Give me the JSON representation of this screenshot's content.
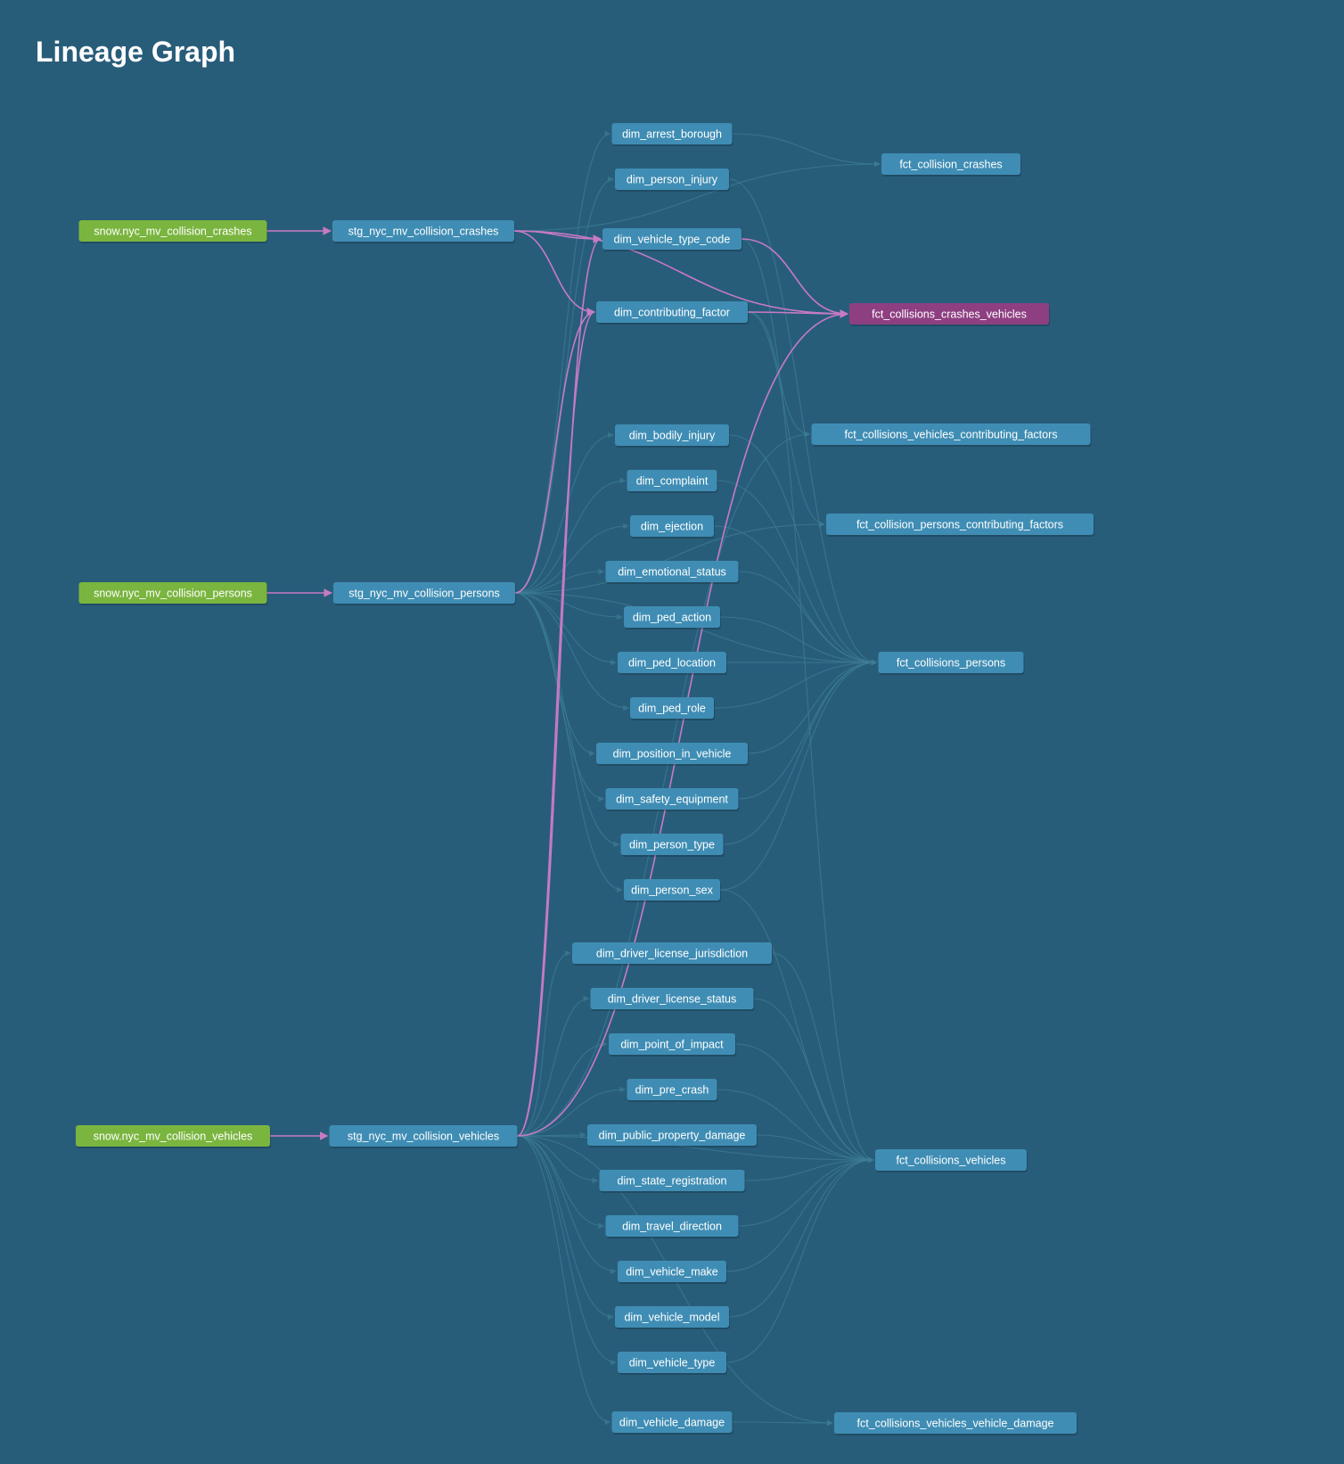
{
  "title": "Lineage Graph",
  "colors": {
    "background": "#285d7a",
    "source_node": "#7ab53f",
    "model_node": "#3f8db4",
    "selected_node": "#8e3f82",
    "edge": "#3d7d93",
    "highlighted_edge": "#c77bc3"
  },
  "nodes": [
    {
      "id": "src_crashes",
      "label": "snow.nyc_mv_collision_crashes",
      "kind": "source"
    },
    {
      "id": "src_persons",
      "label": "snow.nyc_mv_collision_persons",
      "kind": "source"
    },
    {
      "id": "src_vehicles",
      "label": "snow.nyc_mv_collision_vehicles",
      "kind": "source"
    },
    {
      "id": "stg_crashes",
      "label": "stg_nyc_mv_collision_crashes",
      "kind": "model"
    },
    {
      "id": "stg_persons",
      "label": "stg_nyc_mv_collision_persons",
      "kind": "model"
    },
    {
      "id": "stg_vehicles",
      "label": "stg_nyc_mv_collision_vehicles",
      "kind": "model"
    },
    {
      "id": "dim_arrest_borough",
      "label": "dim_arrest_borough",
      "kind": "model"
    },
    {
      "id": "dim_person_injury",
      "label": "dim_person_injury",
      "kind": "model"
    },
    {
      "id": "dim_vehicle_type_code",
      "label": "dim_vehicle_type_code",
      "kind": "model"
    },
    {
      "id": "dim_contributing_factor",
      "label": "dim_contributing_factor",
      "kind": "model"
    },
    {
      "id": "dim_bodily_injury",
      "label": "dim_bodily_injury",
      "kind": "model"
    },
    {
      "id": "dim_complaint",
      "label": "dim_complaint",
      "kind": "model"
    },
    {
      "id": "dim_ejection",
      "label": "dim_ejection",
      "kind": "model"
    },
    {
      "id": "dim_emotional_status",
      "label": "dim_emotional_status",
      "kind": "model"
    },
    {
      "id": "dim_ped_action",
      "label": "dim_ped_action",
      "kind": "model"
    },
    {
      "id": "dim_ped_location",
      "label": "dim_ped_location",
      "kind": "model"
    },
    {
      "id": "dim_ped_role",
      "label": "dim_ped_role",
      "kind": "model"
    },
    {
      "id": "dim_position_in_vehicle",
      "label": "dim_position_in_vehicle",
      "kind": "model"
    },
    {
      "id": "dim_safety_equipment",
      "label": "dim_safety_equipment",
      "kind": "model"
    },
    {
      "id": "dim_person_type",
      "label": "dim_person_type",
      "kind": "model"
    },
    {
      "id": "dim_person_sex",
      "label": "dim_person_sex",
      "kind": "model"
    },
    {
      "id": "dim_driver_license_jurisdiction",
      "label": "dim_driver_license_jurisdiction",
      "kind": "model"
    },
    {
      "id": "dim_driver_license_status",
      "label": "dim_driver_license_status",
      "kind": "model"
    },
    {
      "id": "dim_point_of_impact",
      "label": "dim_point_of_impact",
      "kind": "model"
    },
    {
      "id": "dim_pre_crash",
      "label": "dim_pre_crash",
      "kind": "model"
    },
    {
      "id": "dim_public_property_damage",
      "label": "dim_public_property_damage",
      "kind": "model"
    },
    {
      "id": "dim_state_registration",
      "label": "dim_state_registration",
      "kind": "model"
    },
    {
      "id": "dim_travel_direction",
      "label": "dim_travel_direction",
      "kind": "model"
    },
    {
      "id": "dim_vehicle_make",
      "label": "dim_vehicle_make",
      "kind": "model"
    },
    {
      "id": "dim_vehicle_model",
      "label": "dim_vehicle_model",
      "kind": "model"
    },
    {
      "id": "dim_vehicle_type",
      "label": "dim_vehicle_type",
      "kind": "model"
    },
    {
      "id": "dim_vehicle_damage",
      "label": "dim_vehicle_damage",
      "kind": "model"
    },
    {
      "id": "fct_collision_crashes",
      "label": "fct_collision_crashes",
      "kind": "model"
    },
    {
      "id": "fct_collisions_crashes_vehicles",
      "label": "fct_collisions_crashes_vehicles",
      "kind": "selected"
    },
    {
      "id": "fct_collisions_vehicles_contributing_factors",
      "label": "fct_collisions_vehicles_contributing_factors",
      "kind": "model"
    },
    {
      "id": "fct_collision_persons_contributing_factors",
      "label": "fct_collision_persons_contributing_factors",
      "kind": "model"
    },
    {
      "id": "fct_collisions_persons",
      "label": "fct_collisions_persons",
      "kind": "model"
    },
    {
      "id": "fct_collisions_vehicles",
      "label": "fct_collisions_vehicles",
      "kind": "model"
    },
    {
      "id": "fct_collisions_vehicles_vehicle_damage",
      "label": "fct_collisions_vehicles_vehicle_damage",
      "kind": "model"
    }
  ],
  "edges": [
    {
      "from": "src_crashes",
      "to": "stg_crashes",
      "highlight": true
    },
    {
      "from": "src_persons",
      "to": "stg_persons",
      "highlight": true
    },
    {
      "from": "src_vehicles",
      "to": "stg_vehicles",
      "highlight": true
    },
    {
      "from": "stg_crashes",
      "to": "dim_vehicle_type_code",
      "highlight": true
    },
    {
      "from": "stg_crashes",
      "to": "dim_contributing_factor",
      "highlight": true
    },
    {
      "from": "stg_crashes",
      "to": "fct_collisions_crashes_vehicles",
      "highlight": true
    },
    {
      "from": "stg_crashes",
      "to": "fct_collision_crashes",
      "highlight": false
    },
    {
      "from": "stg_persons",
      "to": "dim_contributing_factor",
      "highlight": true
    },
    {
      "from": "stg_vehicles",
      "to": "dim_contributing_factor",
      "highlight": true
    },
    {
      "from": "stg_vehicles",
      "to": "dim_vehicle_type_code",
      "highlight": true
    },
    {
      "from": "stg_vehicles",
      "to": "fct_collisions_crashes_vehicles",
      "highlight": true
    },
    {
      "from": "dim_vehicle_type_code",
      "to": "fct_collisions_crashes_vehicles",
      "highlight": true
    },
    {
      "from": "dim_contributing_factor",
      "to": "fct_collisions_crashes_vehicles",
      "highlight": true
    },
    {
      "from": "stg_persons",
      "to": "dim_arrest_borough",
      "highlight": false
    },
    {
      "from": "stg_persons",
      "to": "dim_person_injury",
      "highlight": false
    },
    {
      "from": "stg_persons",
      "to": "dim_bodily_injury",
      "highlight": false
    },
    {
      "from": "stg_persons",
      "to": "dim_complaint",
      "highlight": false
    },
    {
      "from": "stg_persons",
      "to": "dim_ejection",
      "highlight": false
    },
    {
      "from": "stg_persons",
      "to": "dim_emotional_status",
      "highlight": false
    },
    {
      "from": "stg_persons",
      "to": "dim_ped_action",
      "highlight": false
    },
    {
      "from": "stg_persons",
      "to": "dim_ped_location",
      "highlight": false
    },
    {
      "from": "stg_persons",
      "to": "dim_ped_role",
      "highlight": false
    },
    {
      "from": "stg_persons",
      "to": "dim_position_in_vehicle",
      "highlight": false
    },
    {
      "from": "stg_persons",
      "to": "dim_safety_equipment",
      "highlight": false
    },
    {
      "from": "stg_persons",
      "to": "dim_person_type",
      "highlight": false
    },
    {
      "from": "stg_persons",
      "to": "dim_person_sex",
      "highlight": false
    },
    {
      "from": "stg_persons",
      "to": "fct_collisions_persons",
      "highlight": false
    },
    {
      "from": "stg_persons",
      "to": "fct_collision_persons_contributing_factors",
      "highlight": false
    },
    {
      "from": "stg_vehicles",
      "to": "dim_driver_license_jurisdiction",
      "highlight": false
    },
    {
      "from": "stg_vehicles",
      "to": "dim_driver_license_status",
      "highlight": false
    },
    {
      "from": "stg_vehicles",
      "to": "dim_point_of_impact",
      "highlight": false
    },
    {
      "from": "stg_vehicles",
      "to": "dim_pre_crash",
      "highlight": false
    },
    {
      "from": "stg_vehicles",
      "to": "dim_public_property_damage",
      "highlight": false
    },
    {
      "from": "stg_vehicles",
      "to": "dim_state_registration",
      "highlight": false
    },
    {
      "from": "stg_vehicles",
      "to": "dim_travel_direction",
      "highlight": false
    },
    {
      "from": "stg_vehicles",
      "to": "dim_vehicle_make",
      "highlight": false
    },
    {
      "from": "stg_vehicles",
      "to": "dim_vehicle_model",
      "highlight": false
    },
    {
      "from": "stg_vehicles",
      "to": "dim_vehicle_type",
      "highlight": false
    },
    {
      "from": "stg_vehicles",
      "to": "dim_vehicle_damage",
      "highlight": false
    },
    {
      "from": "stg_vehicles",
      "to": "fct_collisions_vehicles",
      "highlight": false
    },
    {
      "from": "stg_vehicles",
      "to": "fct_collisions_vehicles_contributing_factors",
      "highlight": false
    },
    {
      "from": "stg_vehicles",
      "to": "fct_collisions_vehicles_vehicle_damage",
      "highlight": false
    },
    {
      "from": "dim_arrest_borough",
      "to": "fct_collision_crashes",
      "highlight": false
    },
    {
      "from": "dim_contributing_factor",
      "to": "fct_collisions_vehicles_contributing_factors",
      "highlight": false
    },
    {
      "from": "dim_contributing_factor",
      "to": "fct_collision_persons_contributing_factors",
      "highlight": false
    },
    {
      "from": "dim_person_injury",
      "to": "fct_collisions_persons",
      "highlight": false
    },
    {
      "from": "dim_bodily_injury",
      "to": "fct_collisions_persons",
      "highlight": false
    },
    {
      "from": "dim_complaint",
      "to": "fct_collisions_persons",
      "highlight": false
    },
    {
      "from": "dim_ejection",
      "to": "fct_collisions_persons",
      "highlight": false
    },
    {
      "from": "dim_emotional_status",
      "to": "fct_collisions_persons",
      "highlight": false
    },
    {
      "from": "dim_ped_action",
      "to": "fct_collisions_persons",
      "highlight": false
    },
    {
      "from": "dim_ped_location",
      "to": "fct_collisions_persons",
      "highlight": false
    },
    {
      "from": "dim_ped_role",
      "to": "fct_collisions_persons",
      "highlight": false
    },
    {
      "from": "dim_position_in_vehicle",
      "to": "fct_collisions_persons",
      "highlight": false
    },
    {
      "from": "dim_safety_equipment",
      "to": "fct_collisions_persons",
      "highlight": false
    },
    {
      "from": "dim_person_type",
      "to": "fct_collisions_persons",
      "highlight": false
    },
    {
      "from": "dim_person_sex",
      "to": "fct_collisions_persons",
      "highlight": false
    },
    {
      "from": "dim_person_sex",
      "to": "fct_collisions_vehicles",
      "highlight": false
    },
    {
      "from": "dim_driver_license_jurisdiction",
      "to": "fct_collisions_vehicles",
      "highlight": false
    },
    {
      "from": "dim_driver_license_status",
      "to": "fct_collisions_vehicles",
      "highlight": false
    },
    {
      "from": "dim_point_of_impact",
      "to": "fct_collisions_vehicles",
      "highlight": false
    },
    {
      "from": "dim_pre_crash",
      "to": "fct_collisions_vehicles",
      "highlight": false
    },
    {
      "from": "dim_public_property_damage",
      "to": "fct_collisions_vehicles",
      "highlight": false
    },
    {
      "from": "dim_state_registration",
      "to": "fct_collisions_vehicles",
      "highlight": false
    },
    {
      "from": "dim_travel_direction",
      "to": "fct_collisions_vehicles",
      "highlight": false
    },
    {
      "from": "dim_vehicle_make",
      "to": "fct_collisions_vehicles",
      "highlight": false
    },
    {
      "from": "dim_vehicle_model",
      "to": "fct_collisions_vehicles",
      "highlight": false
    },
    {
      "from": "dim_vehicle_type",
      "to": "fct_collisions_vehicles",
      "highlight": false
    },
    {
      "from": "dim_vehicle_damage",
      "to": "fct_collisions_vehicles_vehicle_damage",
      "highlight": false
    },
    {
      "from": "dim_vehicle_type_code",
      "to": "fct_collisions_vehicles",
      "highlight": false
    }
  ]
}
